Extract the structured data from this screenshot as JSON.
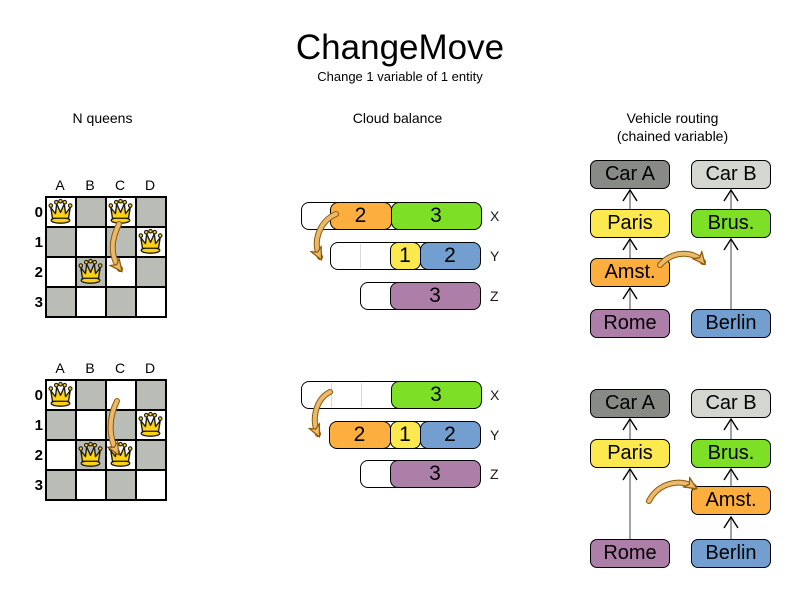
{
  "title": "ChangeMove",
  "subtitle": "Change 1 variable of 1 entity",
  "colors": {
    "board_dark": "#babdb6",
    "queen_gold": "#fcd116",
    "move_arrow": "#e9b96e",
    "orange": "#fcaf3e",
    "green": "#7de026",
    "yellow": "#fce94f",
    "blue": "#729fcf",
    "purple": "#ad7fa8",
    "car_a": "#888a85",
    "car_b": "#d3d7cf"
  },
  "nqueens": {
    "header": "N queens",
    "columns": [
      "A",
      "B",
      "C",
      "D"
    ],
    "rows": [
      "0",
      "1",
      "2",
      "3"
    ],
    "before": {
      "queens": [
        "A0",
        "C0",
        "D1",
        "B2"
      ],
      "move": {
        "from": "C0",
        "to": "C2"
      }
    },
    "after": {
      "queens": [
        "A0",
        "D1",
        "B2",
        "C2"
      ],
      "move": {
        "from": "C0",
        "to": "C2"
      }
    }
  },
  "cloud": {
    "header": "Cloud balance",
    "before": {
      "computers": [
        {
          "label": "X",
          "capacity": 6,
          "processes": [
            {
              "value": "2",
              "color": "orange"
            },
            {
              "value": "3",
              "color": "green"
            }
          ]
        },
        {
          "label": "Y",
          "capacity": 5,
          "processes": [
            {
              "value": "1",
              "color": "yellow"
            },
            {
              "value": "2",
              "color": "blue"
            }
          ]
        },
        {
          "label": "Z",
          "capacity": 4,
          "processes": [
            {
              "value": "3",
              "color": "purple"
            }
          ]
        }
      ],
      "move": {
        "process": "2",
        "from": "X",
        "to": "Y"
      }
    },
    "after": {
      "computers": [
        {
          "label": "X",
          "capacity": 6,
          "processes": [
            {
              "value": "3",
              "color": "green"
            }
          ]
        },
        {
          "label": "Y",
          "capacity": 5,
          "processes": [
            {
              "value": "2",
              "color": "orange"
            },
            {
              "value": "1",
              "color": "yellow"
            },
            {
              "value": "2",
              "color": "blue"
            }
          ]
        },
        {
          "label": "Z",
          "capacity": 4,
          "processes": [
            {
              "value": "3",
              "color": "purple"
            }
          ]
        }
      ],
      "move": {
        "process": "2",
        "from": "X",
        "to": "Y"
      }
    }
  },
  "vehicle": {
    "header": "Vehicle routing",
    "header_sub": "(chained variable)",
    "before": {
      "chains": [
        {
          "car": "Car A",
          "stops": [
            "Paris",
            "Amst.",
            "Rome"
          ]
        },
        {
          "car": "Car B",
          "stops": [
            "Brus.",
            "Berlin"
          ]
        }
      ],
      "move": {
        "stop": "Amst.",
        "from": "chain A",
        "to": "chain B"
      }
    },
    "after": {
      "chains": [
        {
          "car": "Car A",
          "stops": [
            "Paris",
            "Rome"
          ]
        },
        {
          "car": "Car B",
          "stops": [
            "Brus.",
            "Amst.",
            "Berlin"
          ]
        }
      ],
      "move": {
        "stop": "Amst.",
        "from": "chain A",
        "to": "chain B"
      }
    }
  }
}
